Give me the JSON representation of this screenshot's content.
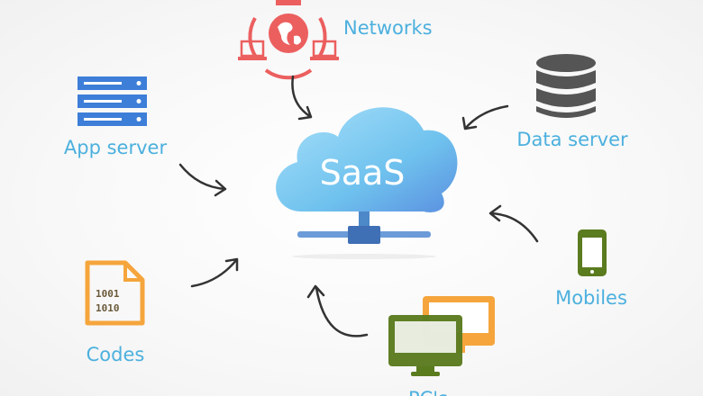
{
  "center": {
    "label": "SaaS"
  },
  "nodes": {
    "networks": {
      "label": "Networks",
      "icon": "globe-network-icon",
      "color": "#ec5f5f"
    },
    "app_server": {
      "label": "App server",
      "icon": "server-rack-icon",
      "color": "#3d7ed8"
    },
    "data_server": {
      "label": "Data server",
      "icon": "database-icon",
      "color": "#555555"
    },
    "mobiles": {
      "label": "Mobiles",
      "icon": "mobile-phone-icon",
      "color": "#5b7b1f"
    },
    "pcs": {
      "label": "PC's",
      "icon": "desktop-monitors-icon",
      "color": "#5b7b1f"
    },
    "codes": {
      "label": "Codes",
      "icon": "code-file-icon",
      "color": "#f5a53c",
      "lines": [
        "1001",
        "1010"
      ]
    }
  },
  "colors": {
    "label": "#4cb0de",
    "cloud": "#7fcaf0"
  }
}
